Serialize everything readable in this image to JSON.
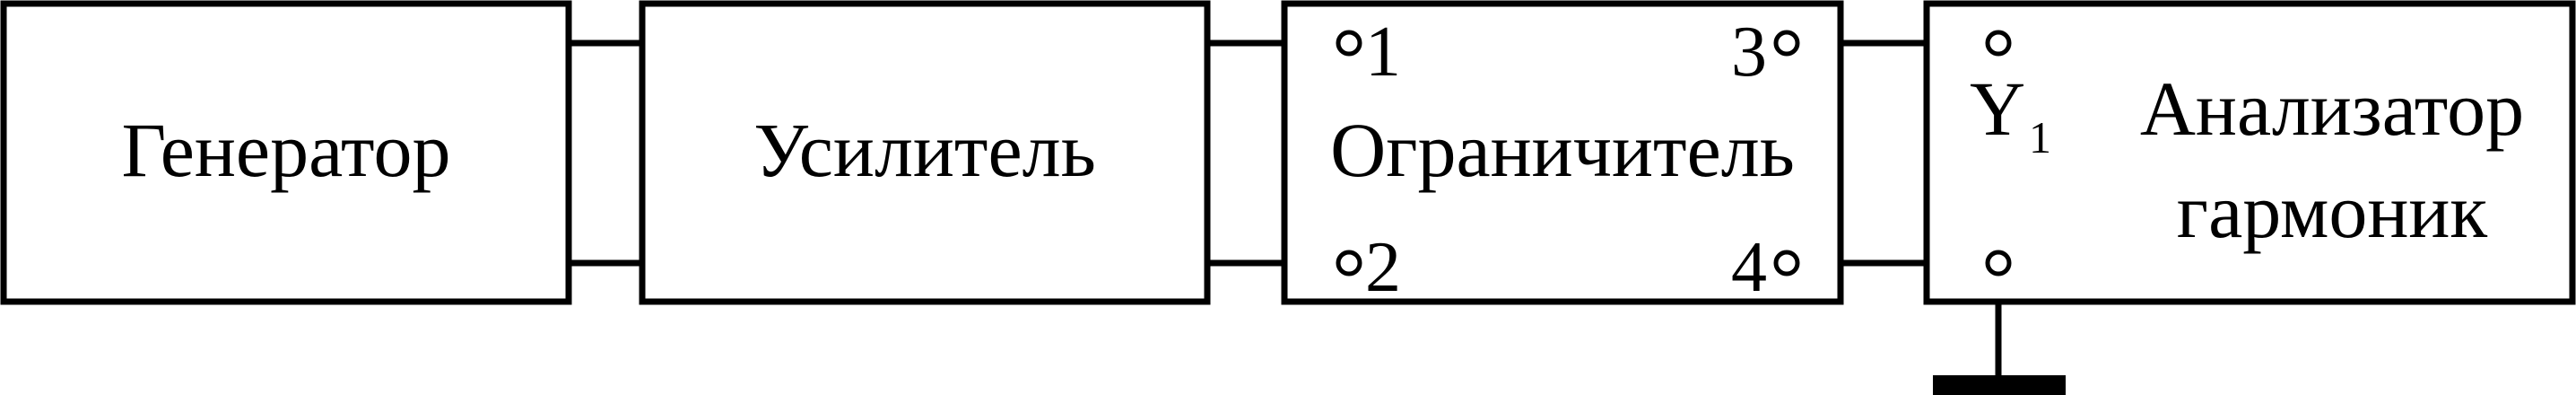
{
  "blocks": {
    "generator": "Генератор",
    "amplifier": "Усилитель",
    "limiter": "Ограничитель",
    "analyzer_line1": "Анализатор",
    "analyzer_line2": "гармоник"
  },
  "terminals": {
    "t1": "1",
    "t2": "2",
    "t3": "3",
    "t4": "4"
  },
  "input_label": {
    "letter": "Y",
    "subscript": "1"
  }
}
